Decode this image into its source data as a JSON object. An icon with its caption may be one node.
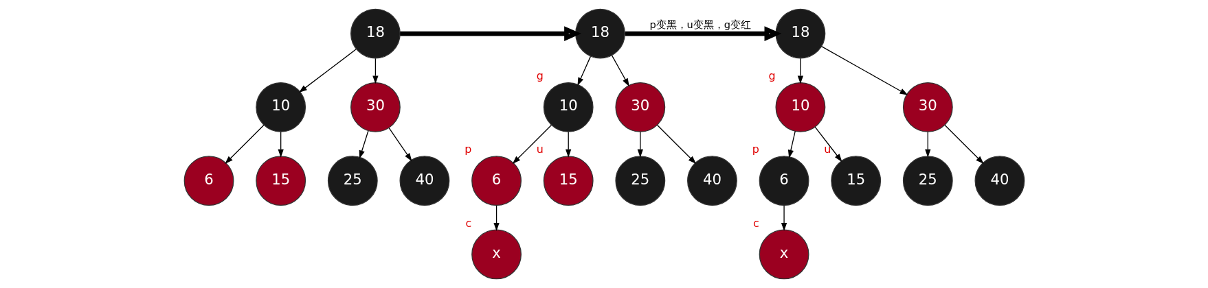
{
  "diagram": {
    "nodes": [
      {
        "text": [
          "18"
        ]
      },
      {
        "text": [
          "10"
        ]
      },
      {
        "text": [
          "30"
        ]
      },
      {
        "text": [
          "6"
        ]
      },
      {
        "text": [
          "15"
        ]
      },
      {
        "text": [
          "25"
        ]
      },
      {
        "text": [
          "40"
        ]
      },
      {
        "text": [
          "18"
        ]
      },
      {
        "text": [
          "10"
        ],
        "beside": [
          "g"
        ]
      },
      {
        "text": [
          "30"
        ]
      },
      {
        "text": [
          "6"
        ],
        "beside": [
          "p"
        ]
      },
      {
        "text": [
          "15"
        ],
        "beside": [
          "u"
        ]
      },
      {
        "text": [
          "25"
        ]
      },
      {
        "text": [
          "40"
        ]
      },
      {
        "text": [
          "x"
        ],
        "beside": [
          "c"
        ]
      },
      {
        "text": [
          "18"
        ]
      },
      {
        "text": [
          "10"
        ],
        "beside": [
          "g"
        ]
      },
      {
        "text": [
          "30"
        ]
      },
      {
        "text": [
          "6"
        ],
        "beside": [
          "p"
        ]
      },
      {
        "text": [
          "15"
        ],
        "beside": [
          "u"
        ]
      },
      {
        "text": [
          "25"
        ]
      },
      {
        "text": [
          "40"
        ]
      },
      {
        "text": [
          "x"
        ],
        "beside": [
          "c"
        ]
      }
    ],
    "edges": [
      {
        "from": 0,
        "to": 1,
        "arrow": "to"
      },
      {
        "from": 0,
        "to": 2,
        "arrow": "to"
      },
      {
        "from": 1,
        "to": 3,
        "arrow": "to"
      },
      {
        "from": 1,
        "to": 4,
        "arrow": "to"
      },
      {
        "from": 2,
        "to": 5,
        "arrow": "to"
      },
      {
        "from": 2,
        "to": 6,
        "arrow": "to"
      },
      {
        "from": 0,
        "to": 7,
        "arrow": "to",
        "style": "thick"
      },
      {
        "from": 7,
        "to": 8,
        "arrow": "to"
      },
      {
        "from": 7,
        "to": 9,
        "arrow": "to"
      },
      {
        "from": 8,
        "to": 10,
        "arrow": "to"
      },
      {
        "from": 8,
        "to": 11,
        "arrow": "to"
      },
      {
        "from": 9,
        "to": 12,
        "arrow": "to"
      },
      {
        "from": 9,
        "to": 13,
        "arrow": "to"
      },
      {
        "from": 10,
        "to": 14,
        "arrow": "to"
      },
      {
        "from": 7,
        "to": 15,
        "arrow": "to",
        "style": "thick",
        "label": "p变黑，u变黑，g变红"
      },
      {
        "from": 15,
        "to": 16,
        "arrow": "to"
      },
      {
        "from": 15,
        "to": 17,
        "arrow": "to"
      },
      {
        "from": 16,
        "to": 18,
        "arrow": "to"
      },
      {
        "from": 16,
        "to": 19,
        "arrow": "to"
      },
      {
        "from": 17,
        "to": 20,
        "arrow": "to"
      },
      {
        "from": 17,
        "to": 21,
        "arrow": "to"
      },
      {
        "from": 18,
        "to": 22,
        "arrow": "to"
      }
    ]
  }
}
